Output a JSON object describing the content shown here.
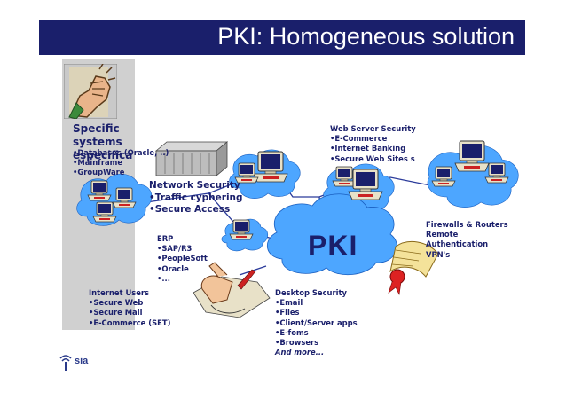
{
  "title": "PKI: Homogeneous solution",
  "center_label": "PKI",
  "footer_logo_text": "sia",
  "colors": {
    "title_bar": "#1a1f6b",
    "text": "#1a1f6b",
    "cloud": "#4da6ff",
    "panel": "#d0d0d0"
  },
  "groups": {
    "specific_systems": {
      "heading": "Specific systems especifica",
      "items": [
        "Databases (Oracle, ..)",
        "Mainframe",
        "GroupWare"
      ]
    },
    "network_security": {
      "heading": "Network Security",
      "items": [
        "Traffic cyphering",
        "Secure Access"
      ]
    },
    "web_server_security": {
      "heading": "Web Server Security",
      "items": [
        "E-Commerce",
        "Internet Banking",
        "Secure Web Sites s"
      ]
    },
    "firewalls": {
      "lines": [
        "Firewalls & Routers",
        "Remote",
        "Authentication",
        "VPN's"
      ]
    },
    "erp": {
      "heading": "ERP",
      "items": [
        "SAP/R3",
        "PeopleSoft",
        "Oracle",
        "..."
      ]
    },
    "internet_users": {
      "heading": "Internet Users",
      "items": [
        "Secure Web",
        "Secure Mail",
        "E-Commerce (SET)"
      ]
    },
    "desktop_security": {
      "heading": "Desktop Security",
      "items": [
        "Email",
        "Files",
        "Client/Server apps",
        "E-foms",
        "Browsers"
      ],
      "more": "And more..."
    }
  },
  "icons": [
    "fist-logo-icon",
    "computer-icon",
    "cloud-icon",
    "certificate-scroll-icon",
    "mainframe-icon",
    "hand-signing-icon",
    "sia-logo-icon"
  ]
}
